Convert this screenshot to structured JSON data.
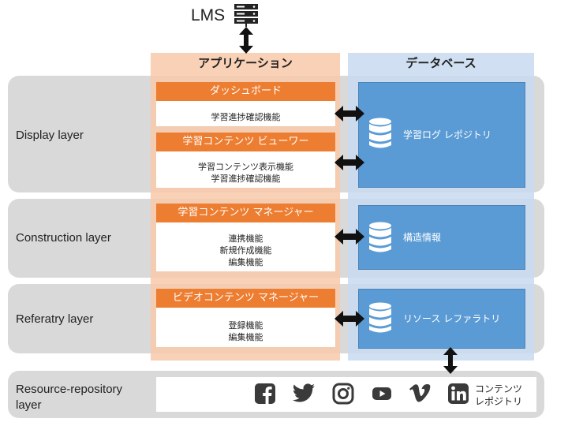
{
  "lms": {
    "label": "LMS"
  },
  "columns": {
    "application": "アプリケーション",
    "database": "データベース"
  },
  "layers": [
    {
      "label": "Display layer"
    },
    {
      "label": "Construction layer"
    },
    {
      "label": "Referatry layer"
    },
    {
      "label": "Resource-repository layer"
    }
  ],
  "modules": {
    "dashboard": {
      "title": "ダッシュボード",
      "lines": [
        "学習進捗確認機能"
      ]
    },
    "viewer": {
      "title": "学習コンテンツ ビューワー",
      "lines": [
        "学習コンテンツ表示機能",
        "学習進捗確認機能"
      ]
    },
    "content_manager": {
      "title": "学習コンテンツ マネージャー",
      "lines": [
        "連携機能",
        "新規作成機能",
        "編集機能"
      ]
    },
    "video_manager": {
      "title": "ビデオコンテンツ マネージャー",
      "lines": [
        "登録機能",
        "編集機能"
      ]
    }
  },
  "databases": {
    "learning_log": "学習ログ レポジトリ",
    "structure": "構造情報",
    "resource_ref": "リソース レファラトリ"
  },
  "resource": {
    "icons": [
      "facebook-icon",
      "twitter-icon",
      "instagram-icon",
      "youtube-icon",
      "vimeo-icon",
      "linkedin-icon"
    ],
    "label_line1": "コンテンツ",
    "label_line2": "レポジトリ"
  },
  "colors": {
    "orange": "#ed7d31",
    "orange_light": "#f7c9a9",
    "blue": "#5b9bd5",
    "blue_light": "#c8daf0",
    "band": "#d9d9d9"
  }
}
